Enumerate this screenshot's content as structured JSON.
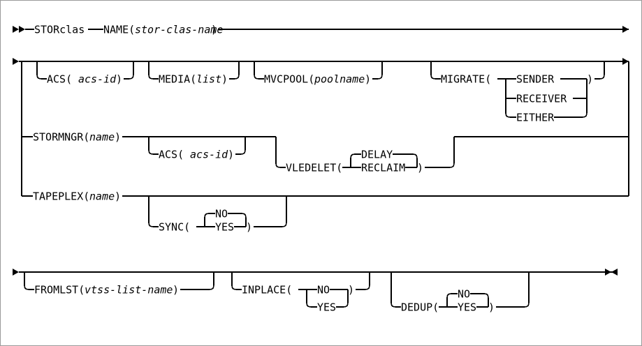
{
  "diagram": {
    "type": "railroad-syntax-diagram",
    "command": "STORclas",
    "title": "STORclas syntax diagram",
    "colors": {
      "line": "#000000",
      "background": "#ffffff",
      "border": "#9a9a9a",
      "text": "#000000"
    },
    "start_marker": "►►",
    "row_continue_marker": "►",
    "end_marker": "►◄",
    "rows": [
      {
        "id": "row-1",
        "items": [
          {
            "id": "storclas-keyword",
            "text": "STORclas",
            "required": true
          },
          {
            "id": "name-parameter",
            "text": "NAME(",
            "variable": "stor-clas-name",
            "close": ")",
            "required": true
          }
        ]
      },
      {
        "id": "row-2",
        "items": [
          {
            "id": "acs-option",
            "text": "ACS(",
            "variable": "acs-id",
            "close": ")",
            "required": false
          },
          {
            "id": "media-option",
            "text": "MEDIA(",
            "variable": "list",
            "close": ")",
            "required": false
          },
          {
            "id": "mvcpool-option",
            "text": "MVCPOOL(",
            "variable": "poolname",
            "close": ")",
            "required": false
          },
          {
            "id": "migrate-option",
            "text": "MIGRATE(",
            "close": ")",
            "required": false,
            "choices": [
              {
                "label": "SENDER",
                "default": false,
                "position": "on-line"
              },
              {
                "label": "RECEIVER",
                "default": false,
                "position": "below"
              },
              {
                "label": "EITHER",
                "default": false,
                "position": "below"
              }
            ]
          }
        ]
      },
      {
        "id": "row-3",
        "items": [
          {
            "id": "stormngr-option",
            "text": "STORMNGR(",
            "variable": "name",
            "close": ")",
            "required": false
          },
          {
            "id": "acs-option-2",
            "text": "ACS(",
            "variable": "acs-id",
            "close": ")",
            "required": false
          },
          {
            "id": "vledelet-option",
            "text": "VLEDELET(",
            "close": ")",
            "required": false,
            "choices": [
              {
                "label": "DELAY",
                "default": true,
                "position": "above"
              },
              {
                "label": "RECLAIM",
                "default": false,
                "position": "on-line"
              }
            ]
          }
        ]
      },
      {
        "id": "row-4",
        "items": [
          {
            "id": "tapeplex-option",
            "text": "TAPEPLEX(",
            "variable": "name",
            "close": ")",
            "required": false
          },
          {
            "id": "sync-option",
            "text": "SYNC(",
            "close": ")",
            "required": false,
            "choices": [
              {
                "label": "NO",
                "default": true,
                "position": "above"
              },
              {
                "label": "YES",
                "default": false,
                "position": "on-line"
              }
            ]
          }
        ]
      },
      {
        "id": "row-5",
        "items": [
          {
            "id": "fromlst-option",
            "text": "FROMLST(",
            "variable": "vtss-list-name",
            "close": ")",
            "required": false
          },
          {
            "id": "inplace-option",
            "text": "INPLACE(",
            "close": ")",
            "required": false,
            "choices": [
              {
                "label": "NO",
                "default": true,
                "position": "on-line"
              },
              {
                "label": "YES",
                "default": false,
                "position": "below"
              }
            ]
          },
          {
            "id": "dedup-option",
            "text": "DEDUP(",
            "close": ")",
            "required": false,
            "choices": [
              {
                "label": "NO",
                "default": true,
                "position": "above"
              },
              {
                "label": "YES",
                "default": false,
                "position": "on-line"
              }
            ]
          }
        ]
      }
    ],
    "labels": {
      "storclas": "STORclas",
      "name_open": "NAME(",
      "stor_clas_name": "stor-clas-name",
      "paren_close": ")",
      "acs_open": "ACS(",
      "acs_id": "acs-id",
      "media_open": "MEDIA(",
      "list": "list",
      "mvcpool_open": "MVCPOOL(",
      "poolname": "poolname",
      "migrate_open": "MIGRATE(",
      "sender": "SENDER",
      "receiver": "RECEIVER",
      "either": "EITHER",
      "stormngr_open": "STORMNGR(",
      "name": "name",
      "vledelet_open": "VLEDELET(",
      "delay": "DELAY",
      "reclaim": "RECLAIM",
      "tapeplex_open": "TAPEPLEX(",
      "sync_open": "SYNC(",
      "no": "NO",
      "yes": "YES",
      "fromlst_open": "FROMLST(",
      "vtss_list_name": "vtss-list-name",
      "inplace_open": "INPLACE(",
      "dedup_open": "DEDUP("
    }
  }
}
